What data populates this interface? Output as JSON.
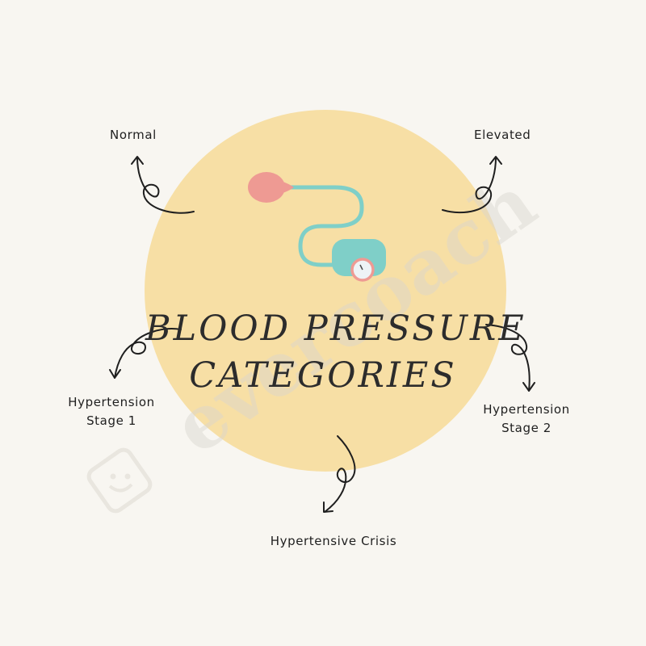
{
  "title": {
    "line1": "BLOOD PRESSURE",
    "line2": "CATEGORIES"
  },
  "categories": [
    {
      "line1": "Normal",
      "line2": ""
    },
    {
      "line1": "Elevated",
      "line2": ""
    },
    {
      "line1": "Hypertension",
      "line2": "Stage 1"
    },
    {
      "line1": "Hypertension",
      "line2": "Stage 2"
    },
    {
      "line1": "Hypertensive Crisis",
      "line2": ""
    }
  ],
  "watermark": {
    "text": "evercoach"
  },
  "icon": {
    "name": "blood-pressure-monitor-icon"
  },
  "colors": {
    "background": "#f8f6f1",
    "circle": "#f7dfa5",
    "bulb": "#ee9a93",
    "tube": "#7fcfc8",
    "gauge_ring": "#ee9a93",
    "gauge_face": "#eef3f6",
    "ink": "#1f1f1f"
  }
}
